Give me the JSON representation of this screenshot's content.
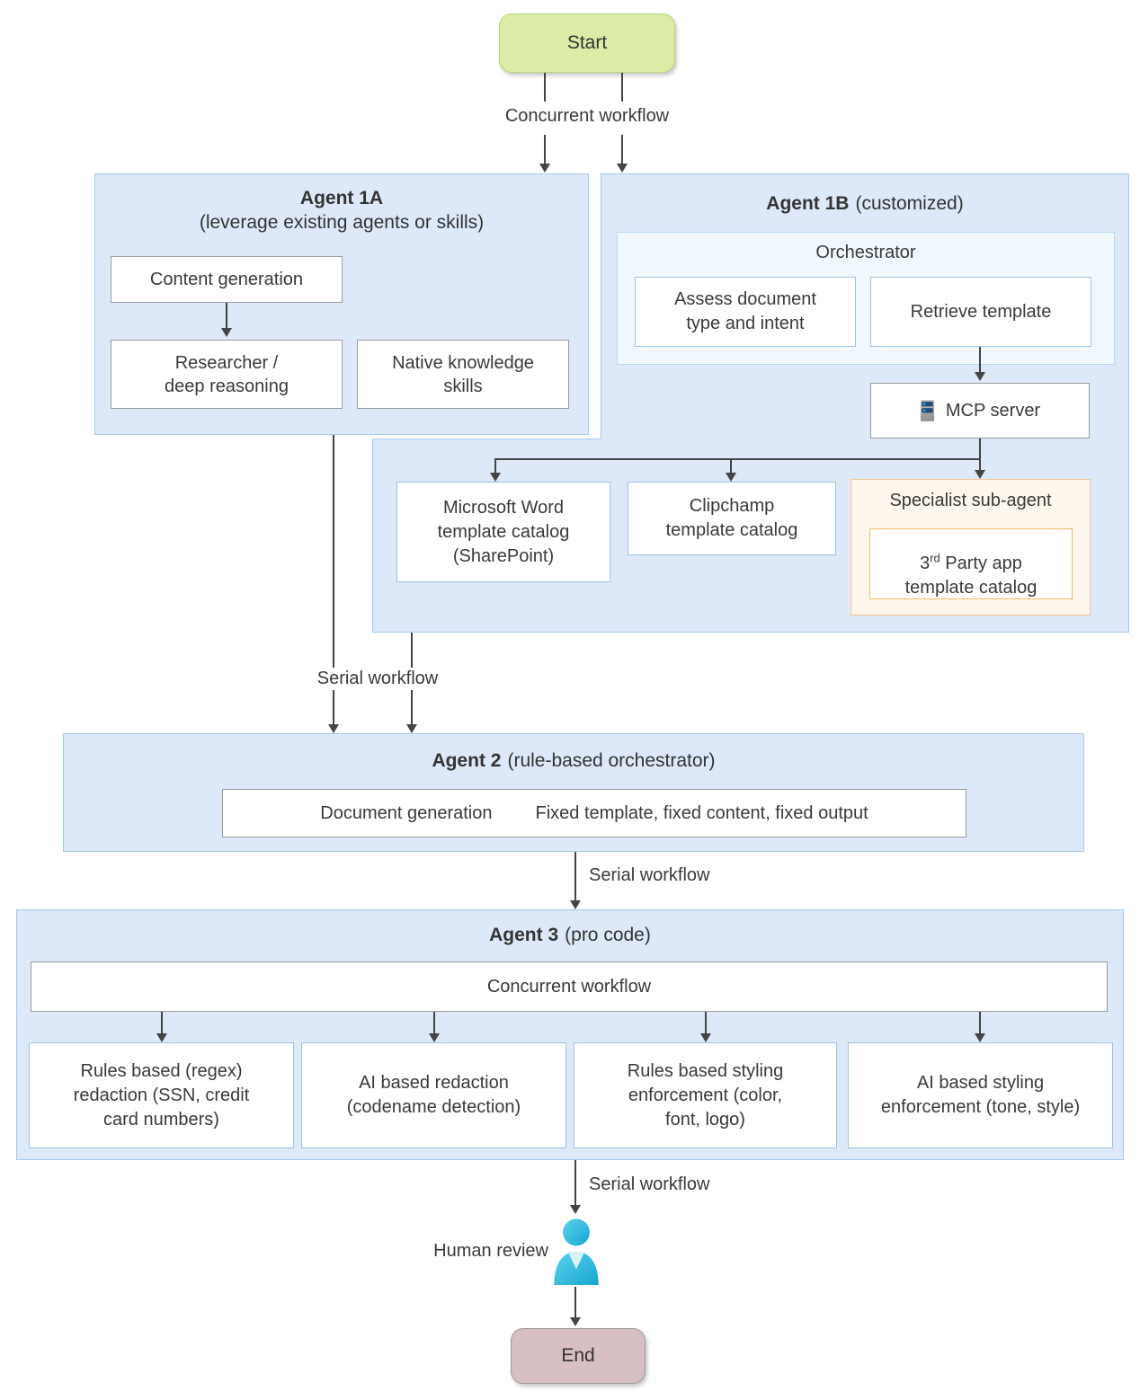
{
  "labels": {
    "concurrent_top": "Concurrent workflow",
    "serial_1": "Serial workflow",
    "serial_2": "Serial workflow",
    "serial_3": "Serial workflow"
  },
  "start": {
    "label": "Start"
  },
  "end": {
    "label": "End"
  },
  "agent1a": {
    "name": "Agent 1A",
    "subtitle": "(leverage existing agents or skills)",
    "content_generation": "Content generation",
    "researcher": "Researcher /\ndeep reasoning",
    "native_skills": "Native knowledge\nskills"
  },
  "agent1b": {
    "name": "Agent 1B",
    "qualifier": "(customized)",
    "orchestrator": {
      "title": "Orchestrator",
      "assess": "Assess document\ntype and intent",
      "retrieve": "Retrieve template"
    },
    "mcp_server": "MCP server",
    "word_catalog": "Microsoft Word\ntemplate catalog\n(SharePoint)",
    "clipchamp_catalog": "Clipchamp\ntemplate catalog",
    "specialist": {
      "title": "Specialist sub-agent",
      "third_party_num": "3",
      "third_party_ord": "rd",
      "third_party_rest": " Party app\ntemplate catalog"
    }
  },
  "agent2": {
    "name": "Agent 2",
    "qualifier": "(rule-based orchestrator)",
    "doc_generation": "Document generation",
    "fixed": "Fixed template, fixed content, fixed output"
  },
  "agent3": {
    "name": "Agent 3",
    "qualifier": "(pro code)",
    "concurrent": "Concurrent workflow",
    "tasks": [
      "Rules based (regex)\nredaction (SSN, credit\ncard numbers)",
      "AI based redaction\n(codename detection)",
      "Rules based styling\nenforcement (color,\nfont, logo)",
      "AI based styling\nenforcement (tone, style)"
    ]
  },
  "human_review": "Human review",
  "colors": {
    "panel_fill": "#dde9f9",
    "panel_border": "#a5c9ee",
    "orchestrator_fill": "#f1f8fd",
    "blue_box_border": "#9dc3e6",
    "gray_box_border": "#9b9b9b",
    "start_fill": "#dbeca6",
    "start_border": "#b3d678",
    "end_fill": "#d8bfc4",
    "end_border": "#9a9a9a",
    "specialist_fill": "#fdf6ec",
    "specialist_border": "#f3c78e",
    "specialist_inner_border": "#f0bc6a",
    "person_icon": "#2fb9dd",
    "server_icon_blue": "#1f4e79",
    "line": "#444444"
  }
}
